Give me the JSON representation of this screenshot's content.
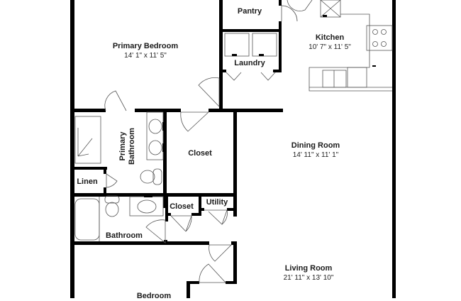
{
  "floorplan": {
    "colors": {
      "wall": "#000000",
      "fixture": "#555555",
      "background": "#ffffff"
    },
    "rooms": [
      {
        "id": "pantry",
        "name": "Pantry",
        "dimensions": ""
      },
      {
        "id": "primary-bedroom",
        "name": "Primary Bedroom",
        "dimensions": "14' 1\" x 11' 5\""
      },
      {
        "id": "kitchen",
        "name": "Kitchen",
        "dimensions": "10' 7\" x 11' 5\""
      },
      {
        "id": "laundry",
        "name": "Laundry",
        "dimensions": ""
      },
      {
        "id": "primary-bathroom",
        "name": "Primary Bathroom",
        "name_line1": "Primary",
        "name_line2": "Bathroom",
        "dimensions": ""
      },
      {
        "id": "closet-large",
        "name": "Closet",
        "dimensions": ""
      },
      {
        "id": "dining-room",
        "name": "Dining Room",
        "dimensions": "14' 11\" x 11' 1\""
      },
      {
        "id": "linen",
        "name": "Linen",
        "dimensions": ""
      },
      {
        "id": "closet-small",
        "name": "Closet",
        "dimensions": ""
      },
      {
        "id": "utility",
        "name": "Utility",
        "dimensions": ""
      },
      {
        "id": "bathroom",
        "name": "Bathroom",
        "dimensions": ""
      },
      {
        "id": "living-room",
        "name": "Living Room",
        "dimensions": "21' 11\" x 13' 10\""
      },
      {
        "id": "bedroom",
        "name": "Bedroom",
        "dimensions": ""
      }
    ],
    "fixtures": [
      "stove-cooktop",
      "kitchen-sink",
      "refrigerator",
      "washer",
      "dryer",
      "double-vanity-sinks",
      "toilet",
      "shower",
      "bathtub",
      "bathroom-sink"
    ]
  }
}
